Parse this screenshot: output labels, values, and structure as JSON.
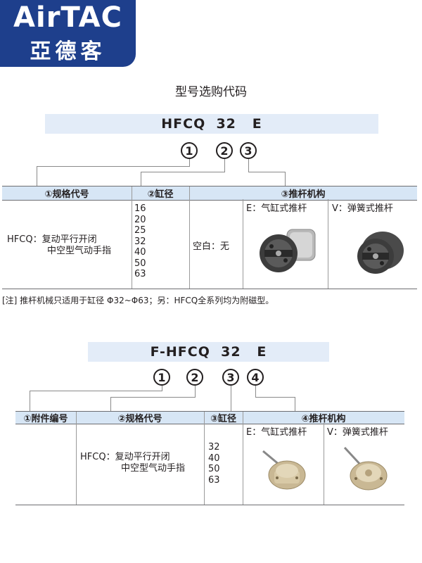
{
  "logo": {
    "brand_en": "AirTAC",
    "brand_cn": "亞德客"
  },
  "page_title": "型号选购代码",
  "section1": {
    "code": "HFCQ  32   E",
    "circles": [
      "1",
      "2",
      "3"
    ],
    "headers": [
      "①规格代号",
      "②缸径",
      "③推杆机构"
    ],
    "spec_line1": "HFCQ：复动平行开闭",
    "spec_line2": "中空型气动手指",
    "bores": [
      "16",
      "20",
      "25",
      "32",
      "40",
      "50",
      "63"
    ],
    "blank": "空白：无",
    "mech_e": "E：气缸式推杆",
    "mech_v": "V：弹簧式推杆",
    "note": "[注] 推杆机械只适用于缸径 Φ32~Φ63；另：HFCQ全系列均为附磁型。"
  },
  "section2": {
    "code": "F-HFCQ  32   E",
    "circles": [
      "1",
      "2",
      "3",
      "4"
    ],
    "headers": [
      "①附件编号",
      "②规格代号",
      "③缸径",
      "④推杆机构"
    ],
    "spec_line1": "HFCQ：复动平行开闭",
    "spec_line2": "中空型气动手指",
    "bores": [
      "32",
      "40",
      "50",
      "63"
    ],
    "mech_e": "E：气缸式推杆",
    "mech_v": "V：弹簧式推杆"
  }
}
